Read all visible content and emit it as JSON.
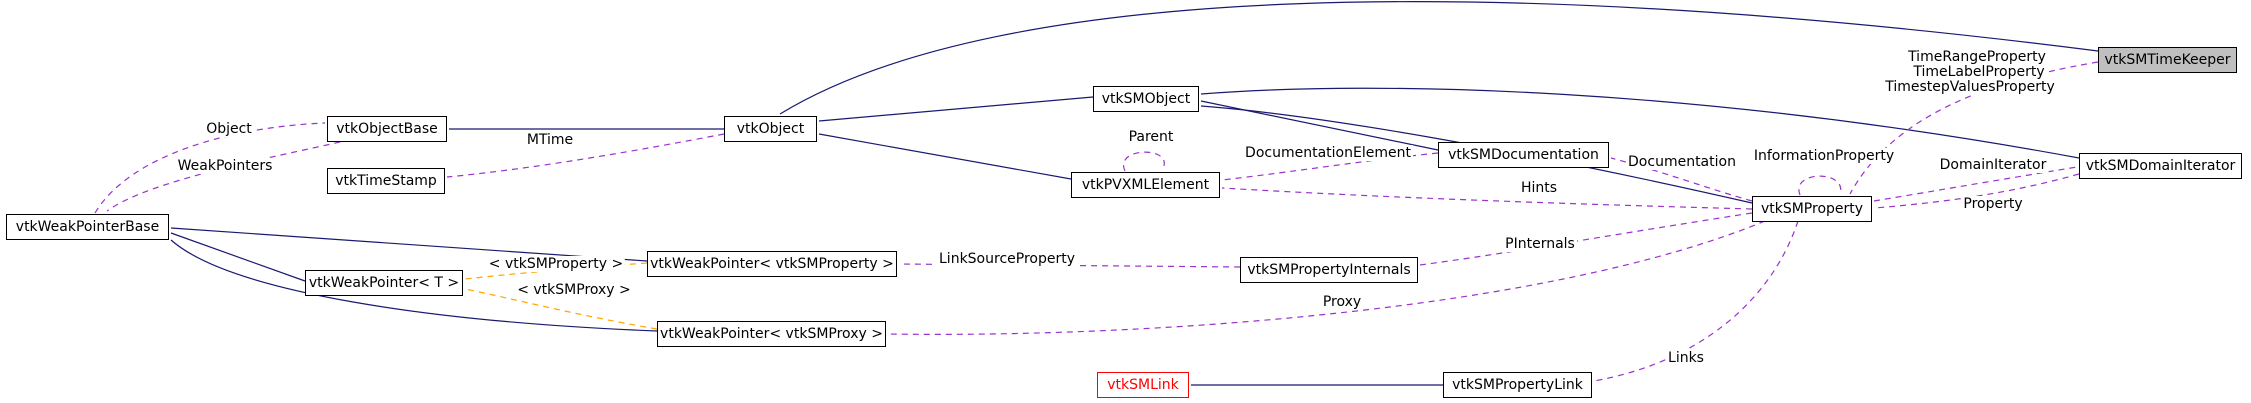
{
  "diagram": {
    "type": "class-collaboration-graph",
    "background": "#ffffff",
    "colors": {
      "inheritance_edge": "#191970",
      "usage_edge": "#9a32cd",
      "template_edge": "#ffa500",
      "node_border": "#000000",
      "node_background": "#ffffff",
      "node_text": "#000000",
      "highlighted_node_background": "#bfbfbf",
      "truncated_node_border": "#ff0000"
    },
    "nodes": {
      "vtkWeakPointerBase": {
        "label": "vtkWeakPointerBase"
      },
      "vtkObjectBase": {
        "label": "vtkObjectBase"
      },
      "vtkTimeStamp": {
        "label": "vtkTimeStamp"
      },
      "vtkObject": {
        "label": "vtkObject"
      },
      "vtkSMObject": {
        "label": "vtkSMObject"
      },
      "vtkPVXMLElement": {
        "label": "vtkPVXMLElement"
      },
      "vtkSMDocumentation": {
        "label": "vtkSMDocumentation"
      },
      "vtkSMProperty": {
        "label": "vtkSMProperty"
      },
      "vtkSMTimeKeeper": {
        "label": "vtkSMTimeKeeper"
      },
      "vtkSMDomainIterator": {
        "label": "vtkSMDomainIterator"
      },
      "vtkWeakPointerSMProperty": {
        "label": "vtkWeakPointer< vtkSMProperty >"
      },
      "vtkWeakPointerT": {
        "label": "vtkWeakPointer< T >"
      },
      "vtkWeakPointerSMProxy": {
        "label": "vtkWeakPointer< vtkSMProxy >"
      },
      "vtkSMPropertyInternals": {
        "label": "vtkSMPropertyInternals"
      },
      "vtkSMLink": {
        "label": "vtkSMLink"
      },
      "vtkSMPropertyLink": {
        "label": "vtkSMPropertyLink"
      }
    },
    "edge_labels": {
      "object": "Object",
      "weak_pointers": "WeakPointers",
      "mtime": "MTime",
      "parent": "Parent",
      "documentation_element": "DocumentationElement",
      "documentation": "Documentation",
      "information_property": "InformationProperty",
      "time_range_property": "TimeRangeProperty",
      "time_label_property": "TimeLabelProperty",
      "timestep_values_property": "TimestepValuesProperty",
      "domain_iterator": "DomainIterator",
      "property": "Property",
      "hints": "Hints",
      "pinternals": "PInternals",
      "link_source_property": "LinkSourceProperty",
      "template_sm_property": "< vtkSMProperty >",
      "template_sm_proxy": "< vtkSMProxy >",
      "proxy": "Proxy",
      "links": "Links"
    }
  }
}
